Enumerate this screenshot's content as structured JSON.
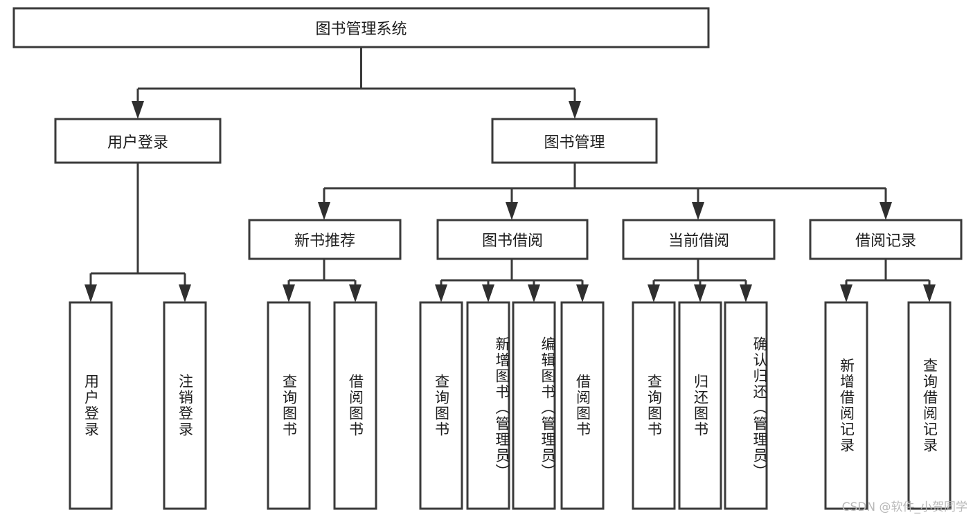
{
  "diagram": {
    "type": "hierarchy-tree",
    "title_node": {
      "label": "图书管理系统"
    },
    "level2": [
      {
        "id": "user-login",
        "label": "用户登录"
      },
      {
        "id": "book-management",
        "label": "图书管理"
      }
    ],
    "level3": [
      {
        "id": "new-book-recommend",
        "label": "新书推荐",
        "parent": "book-management"
      },
      {
        "id": "book-borrow",
        "label": "图书借阅",
        "parent": "book-management"
      },
      {
        "id": "current-borrow",
        "label": "当前借阅",
        "parent": "book-management"
      },
      {
        "id": "borrow-record",
        "label": "借阅记录",
        "parent": "book-management"
      }
    ],
    "leaves": {
      "user-login": [
        {
          "id": "leaf-user-login",
          "label": "用户登录"
        },
        {
          "id": "leaf-logout",
          "label": "注销登录"
        }
      ],
      "new-book-recommend": [
        {
          "id": "leaf-query-book-1",
          "label": "查询图书"
        },
        {
          "id": "leaf-borrow-book-1",
          "label": "借阅图书"
        }
      ],
      "book-borrow": [
        {
          "id": "leaf-query-book-2",
          "label": "查询图书"
        },
        {
          "id": "leaf-add-book",
          "label": "新增图书（管理员）"
        },
        {
          "id": "leaf-edit-book",
          "label": "编辑图书（管理员）"
        },
        {
          "id": "leaf-borrow-book-2",
          "label": "借阅图书"
        }
      ],
      "current-borrow": [
        {
          "id": "leaf-query-book-3",
          "label": "查询图书"
        },
        {
          "id": "leaf-return-book",
          "label": "归还图书"
        },
        {
          "id": "leaf-confirm-return",
          "label": "确认归还（管理员）"
        }
      ],
      "borrow-record": [
        {
          "id": "leaf-add-record",
          "label": "新增借阅记录"
        },
        {
          "id": "leaf-query-record",
          "label": "查询借阅记录"
        }
      ]
    }
  },
  "watermark": {
    "text": "CSDN @软件_小贺同学"
  },
  "colors": {
    "stroke": "#3a3a3a",
    "arrow": "#2f2f2f",
    "box_fill": "#ffffff",
    "text": "#1d1d1d",
    "background": "#ffffff",
    "watermark": "#b9b9b9"
  }
}
